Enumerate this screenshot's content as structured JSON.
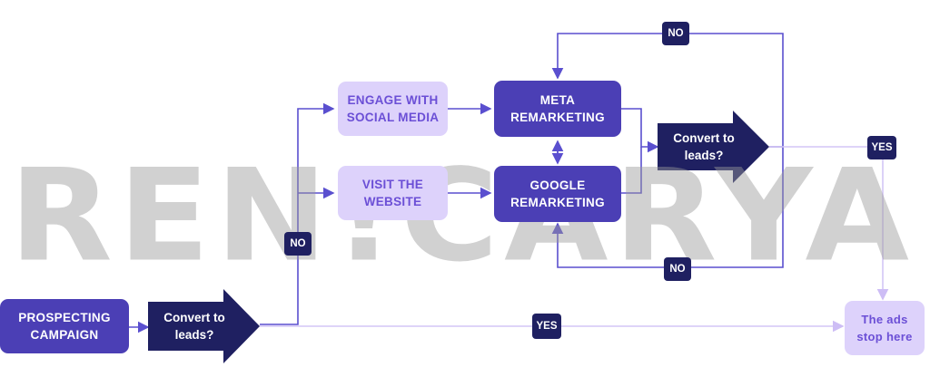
{
  "watermark": "REN!CARYADI",
  "nodes": {
    "prospecting": "PROSPECTING CAMPAIGN",
    "engage_social": "ENGAGE WITH SOCIAL MEDIA",
    "visit_website": "VISIT THE WEBSITE",
    "meta_remarketing": "META REMARKETING",
    "google_remarketing": "GOOGLE REMARKETING",
    "ads_stop": "The ads stop here"
  },
  "decisions": {
    "first": "Convert to leads?",
    "second": "Convert to leads?"
  },
  "flags": {
    "no_top": "NO",
    "no_bottom": "NO",
    "no_left": "NO",
    "yes_right": "YES",
    "yes_bottom": "YES"
  },
  "colors": {
    "dark_node": "#4b3fb5",
    "light_node": "#ddd2fb",
    "decision_arrow": "#1f2061",
    "line": "#5a4fcf",
    "faint_line": "#d4c6f6"
  }
}
